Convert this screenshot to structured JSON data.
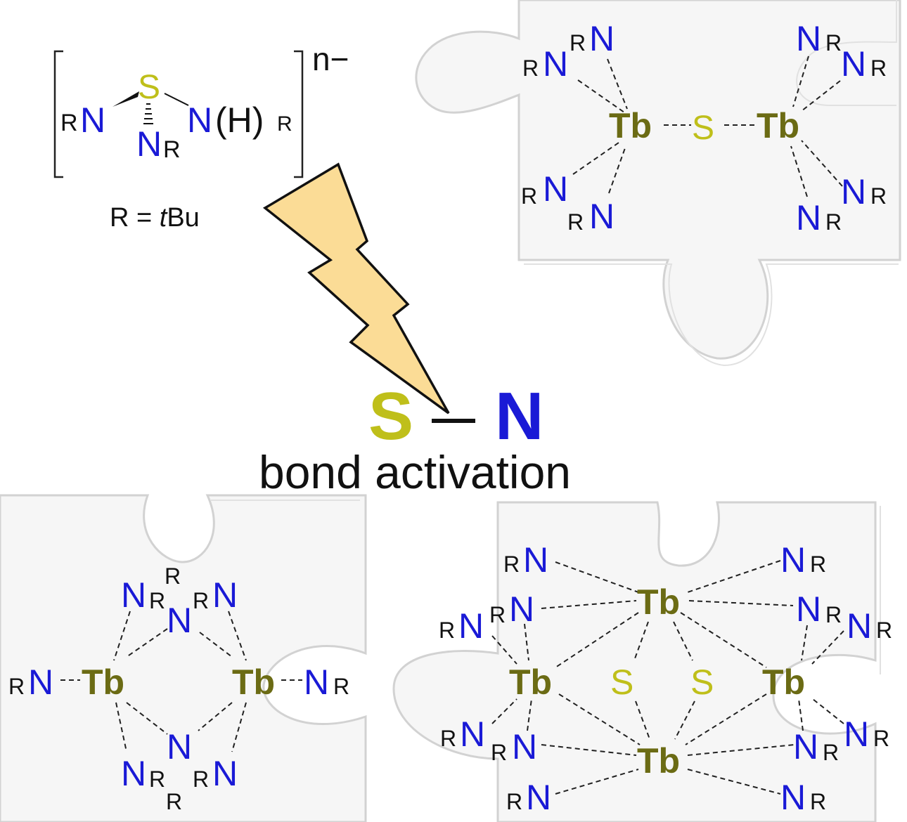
{
  "ligand": {
    "charge": "n−",
    "sulfur": "S",
    "n_left": "N",
    "r_left": "R",
    "n_bottom": "N",
    "r_bottom": "R",
    "n_right": "N",
    "h_right": "(H)",
    "r_right": "R",
    "definition_prefix": "R = ",
    "definition_italic": "t",
    "definition_suffix": "Bu"
  },
  "center": {
    "s_label": "S",
    "dash": "–",
    "n_label": "N",
    "caption": "bond activation"
  },
  "labels": {
    "tb": "Tb",
    "s": "S",
    "n": "N",
    "r": "R"
  },
  "colors": {
    "nitrogen": "#1a1ad6",
    "sulfur": "#bfbf1a",
    "terbium": "#6b6b14",
    "bolt_fill": "#fbdc96",
    "puzzle_fill": "#f6f6f6"
  }
}
